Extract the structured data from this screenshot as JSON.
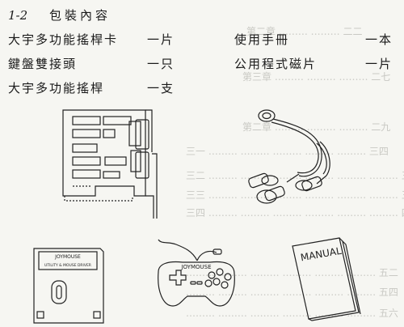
{
  "section": {
    "number": "1-2",
    "title": "包裝內容"
  },
  "items": [
    {
      "label": "大宇多功能搖桿卡",
      "qty": "一片"
    },
    {
      "label": "鍵盤雙接頭",
      "qty": "一只"
    },
    {
      "label": "大宇多功能搖桿",
      "qty": "一支"
    },
    {
      "label": "使用手冊",
      "qty": "一本"
    },
    {
      "label": "公用程式磁片",
      "qty": "一片"
    }
  ],
  "illustrations": {
    "disk_label_brand": "JOYMOUSE",
    "disk_label_sub": "UTILITY & MOUSE DRIVER",
    "joystick_brand": "JOYMOUSE",
    "manual_cover": "MANUAL"
  }
}
